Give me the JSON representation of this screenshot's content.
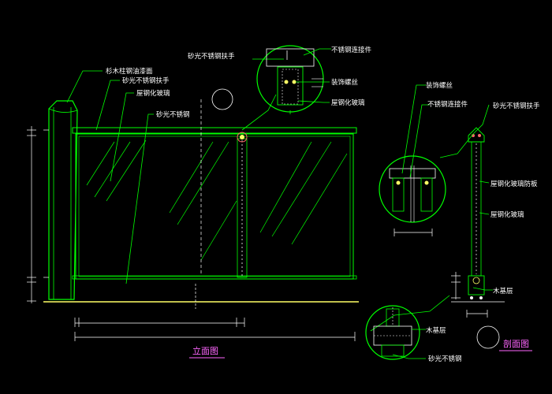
{
  "elevation": {
    "title": "立面图",
    "labels": {
      "post_finish": "杉木柱钢油漆面",
      "handrail": "砂光不锈钢扶手",
      "glass": "屋钢化玻璃",
      "frame": "砂光不锈钢",
      "top_rail": "砂光不锈钢扶手"
    }
  },
  "detail_top": {
    "labels": {
      "connector": "不锈钢连接件",
      "bolt": "装饰螺丝",
      "glass": "屋钢化玻璃"
    }
  },
  "section": {
    "title": "剖面图",
    "labels": {
      "bolt": "装饰螺丝",
      "connector": "不锈钢连接件",
      "handrail": "砂光不锈钢扶手",
      "glass_clip": "屋钢化玻璃防板",
      "glass": "屋钢化玻璃",
      "base": "木基层"
    }
  },
  "detail_bottom": {
    "labels": {
      "base": "木基层",
      "steel": "砂光不锈钢"
    }
  },
  "colors": {
    "background": "#000000",
    "line": "#00ff00",
    "leader": "#00ff00",
    "text": "#ffffff",
    "title": "#ff66ff",
    "floor": "#ffff66",
    "dim": "#ffffff"
  }
}
